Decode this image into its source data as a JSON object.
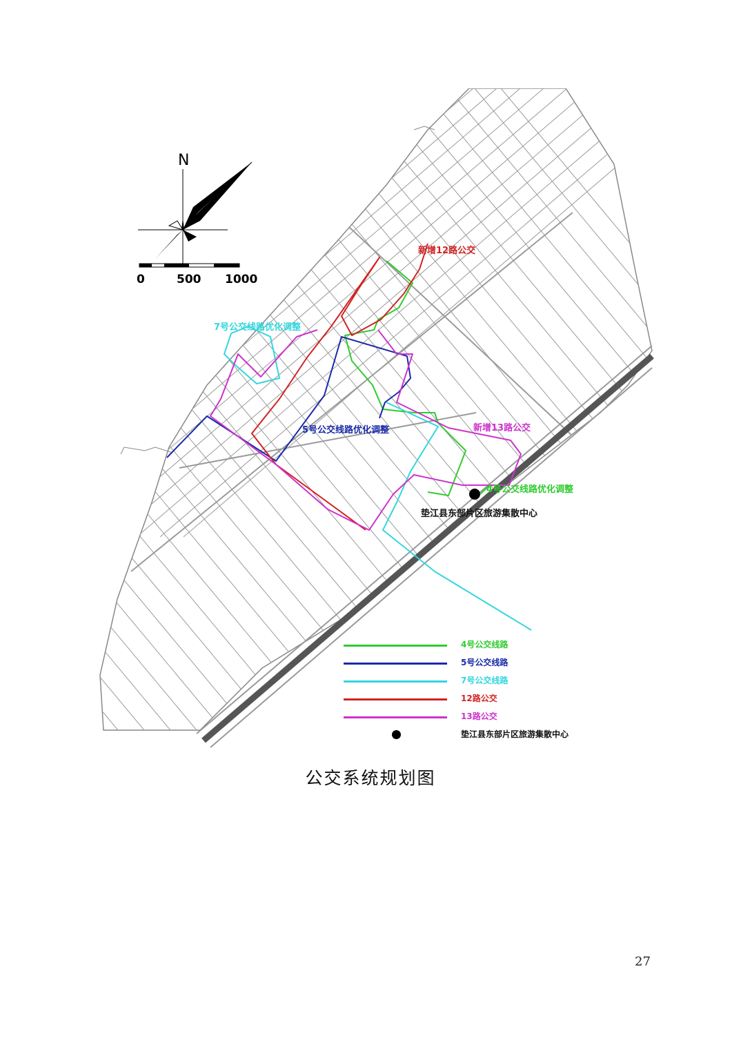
{
  "compass": {
    "north_label": "N"
  },
  "scale_bar": {
    "ticks": [
      "0",
      "500",
      "1000"
    ]
  },
  "map_labels": {
    "route12_new": "新增12路公交",
    "route7_adjust": "7号公交线路优化调整",
    "route5_adjust": "5号公交线路优化调整",
    "route13_new": "新增13路公交",
    "route4_adjust": "4号公交线路优化调整",
    "center": "垫江县东部片区旅游集散中心"
  },
  "legend": [
    {
      "label": "4号公交线路",
      "color": "#2ecc2e",
      "kind": "line"
    },
    {
      "label": "5号公交线路",
      "color": "#1a2aa8",
      "kind": "line"
    },
    {
      "label": "7号公交线路",
      "color": "#33d6dd",
      "kind": "line"
    },
    {
      "label": "12路公交",
      "color": "#d22222",
      "kind": "line"
    },
    {
      "label": "13路公交",
      "color": "#cc33cc",
      "kind": "line"
    },
    {
      "label": "垫江县东部片区旅游集散中心",
      "color": "#000000",
      "kind": "dot"
    }
  ],
  "caption": "公交系统规划图",
  "page_number": "27"
}
